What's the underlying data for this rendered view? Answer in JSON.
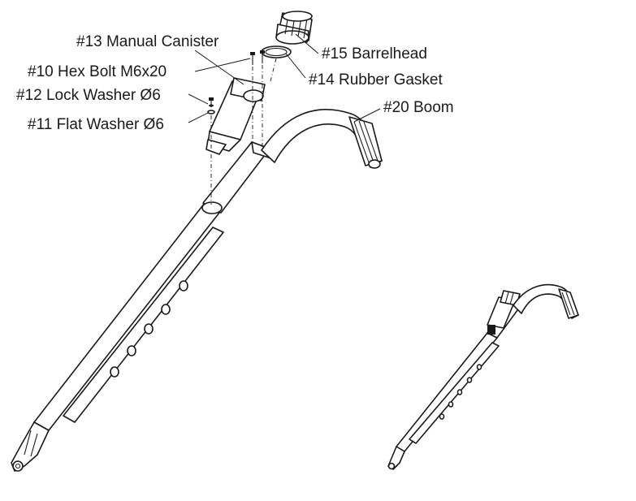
{
  "callouts": {
    "manual_canister": "#13 Manual Canister",
    "barrelhead": "#15 Barrelhead",
    "hex_bolt": "#10 Hex Bolt M6x20",
    "rubber_gasket": "#14 Rubber Gasket",
    "lock_washer": "#12 Lock Washer Ø6",
    "boom": "#20 Boom",
    "flat_washer": "#11 Flat Washer Ø6"
  }
}
